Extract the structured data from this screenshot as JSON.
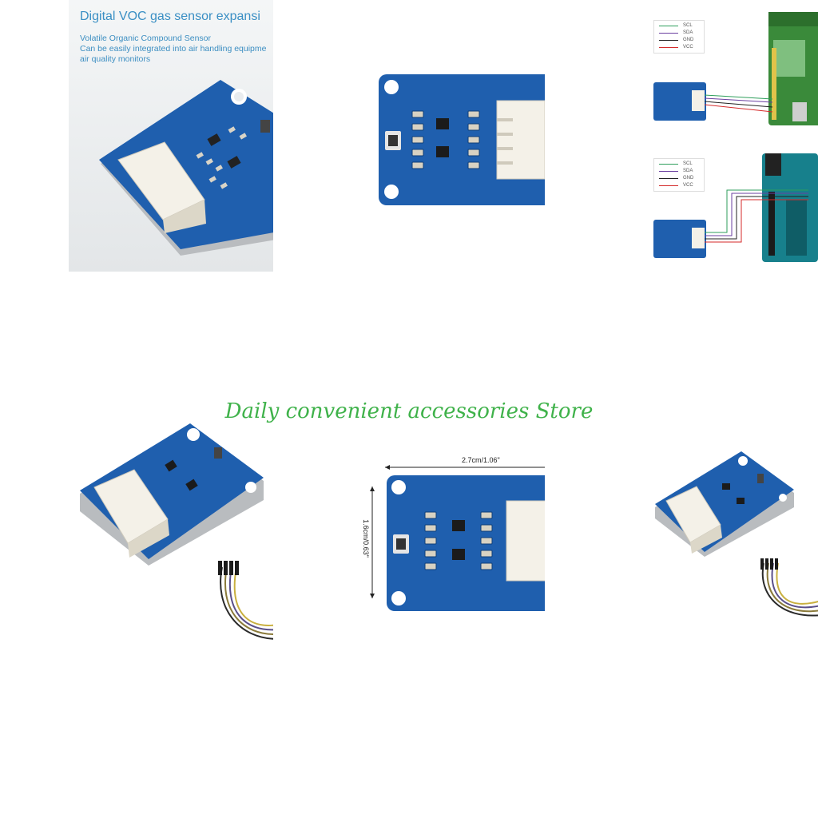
{
  "hero": {
    "title": "Digital VOC gas sensor expansi",
    "subtitle_lines": [
      "Volatile Organic Compound Sensor",
      "Can be easily integrated into air handling equipme",
      "air quality monitors"
    ]
  },
  "watermark": "Daily convenient accessories Store",
  "wiring_legend": [
    {
      "label": "SCL",
      "color": "#2e9e5b"
    },
    {
      "label": "SDA",
      "color": "#6a3fa0"
    },
    {
      "label": "GND",
      "color": "#222222"
    },
    {
      "label": "VCC",
      "color": "#d42a2a"
    }
  ],
  "dimensions": {
    "width_label": "2.7cm/1.06\"",
    "height_label": "1.6cm/0.63\""
  },
  "colors": {
    "pcb": "#1f5fae",
    "pcb_dark": "#174c8e",
    "connector": "#f3f1ea",
    "watermark": "#3fb24a",
    "accent_text": "#3a8fc4"
  }
}
